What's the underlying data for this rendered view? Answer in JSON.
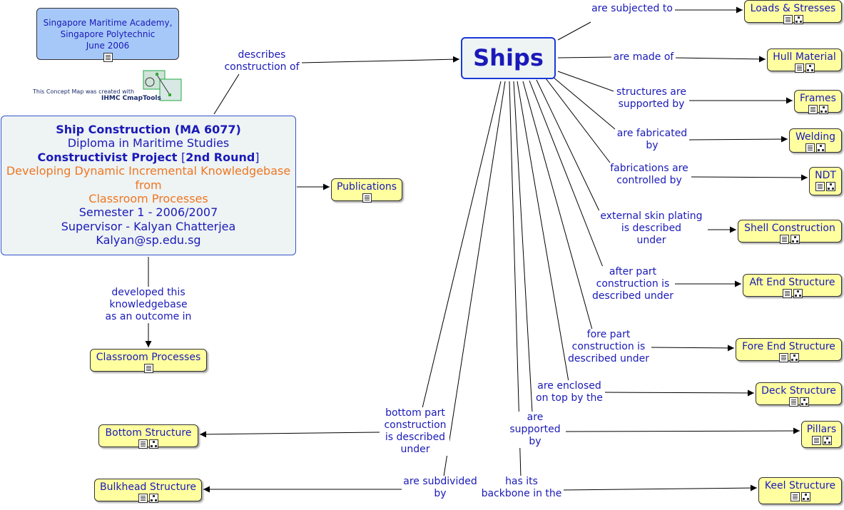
{
  "center": {
    "label": "Ships"
  },
  "academy": {
    "line1": "Singapore Maritime Academy,",
    "line2": "Singapore Polytechnic",
    "line3": "June 2006"
  },
  "cmap_credit": {
    "line1": "This Concept Map was created with",
    "line2": "IHMC CmapTools"
  },
  "project": {
    "line1": "Ship Construction (MA 6077)",
    "line2": "Diploma in Maritime Studies",
    "line3a": "Constructivist Project ",
    "line3b": "[",
    "line3c": "2nd Round",
    "line3d": "]",
    "line4": "Developing Dynamic Incremental Knowledgebase",
    "line5": "from",
    "line6": "Classroom Processes",
    "line7": "Semester 1 - 2006/2007",
    "line8": "Supervisor - Kalyan Chatterjea",
    "line9": "Kalyan@sp.edu.sg"
  },
  "concepts": {
    "loads": "Loads & Stresses",
    "hull": "Hull Material",
    "frames": "Frames",
    "welding": "Welding",
    "ndt": "NDT",
    "shell": "Shell Construction",
    "aft": "Aft End Structure",
    "fore": "Fore End Structure",
    "deck": "Deck Structure",
    "pillars": "Pillars",
    "keel": "Keel Structure",
    "bulkhead": "Bulkhead Structure",
    "bottom": "Bottom Structure",
    "publications": "Publications",
    "classroom": "Classroom Processes"
  },
  "links": {
    "describes": [
      "describes",
      "construction of"
    ],
    "subjected": [
      "are subjected to"
    ],
    "made": [
      "are made of"
    ],
    "structures": [
      "structures are",
      "supported by"
    ],
    "fabricated": [
      "are fabricated",
      "by"
    ],
    "fabrications": [
      "fabrications are",
      "controlled by"
    ],
    "external": [
      "external skin plating",
      "is described",
      "under"
    ],
    "after": [
      "after part",
      "construction is",
      "described under"
    ],
    "fore": [
      "fore part",
      "construction is",
      "described under"
    ],
    "enclosed": [
      "are enclosed",
      "on top by the"
    ],
    "supported": [
      "are",
      "supported",
      "by"
    ],
    "backbone": [
      "has its",
      "backbone in the"
    ],
    "subdivided": [
      "are subdivided",
      "by"
    ],
    "bottom": [
      "bottom part",
      "construction",
      "is described",
      "under"
    ],
    "developed": [
      "developed this",
      "knowledgebase",
      "as an outcome in"
    ]
  },
  "colors": {
    "concept_fill": "#ffffa0",
    "text": "#1a1ab8",
    "orange": "#ee7722",
    "academy_fill": "#a6c8f8",
    "panel_fill": "#eef3f4"
  }
}
